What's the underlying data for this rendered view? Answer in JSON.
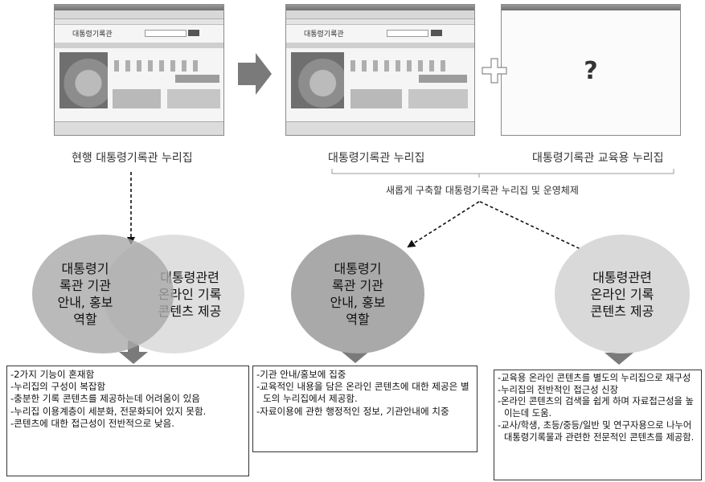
{
  "captions": {
    "current": "현행 대통령기록관 누리집",
    "new_site": "대통령기록관 누리집",
    "edu_site": "대통령기록관 교육용 누리집",
    "system": "새롭게 구축할 대통령기록관 누리집 및 운영체제"
  },
  "thumbnails": {
    "title_1": "대통령기록관 - Windows Internet Explorer",
    "title_2": "대통령기록관 - Windows Internet Explorer",
    "title_3": "대통령기록관 - Windows Internet Explorer",
    "logo": "대통령기록관",
    "question": "?"
  },
  "circles": {
    "left_a": "대통령기\n록관 기관\n안내, 홍보\n역할",
    "left_b": "대통령관련\n온라인 기록\n콘텐츠 제공",
    "mid": "대통령기\n록관 기관\n안내, 홍보\n역할",
    "right": "대통령관련\n온라인 기록\n콘텐츠 제공"
  },
  "boxes": {
    "left": [
      "-2가지 기능이 혼재함",
      "-누리집의 구성이 복잡함",
      "-충분한 기록 콘텐츠를 제공하는데 어려움이 있음",
      "-누리집 이용계층이 세분화, 전문화되어 있지 못함.",
      "-콘텐츠에 대한 접근성이 전반적으로 낮음."
    ],
    "mid": [
      "-기관 안내/홍보에 집중",
      "-교육적인 내용을 담은 온라인 콘텐츠에 대한 제공은 별도의 누리집에서 제공함.",
      "-자료이용에 관한 행정적인 정보, 기관안내에 치중"
    ],
    "right": [
      "-교육용 온라인 콘텐츠를 별도의 누리집으로 재구성",
      "-누리집의 전반적인 접근성 신장",
      "-온라인 콘텐츠의 검색을 쉽게 하며 자료접근성을 높이는데 도움.",
      "-교사/학생, 초등/중등/일반 및 연구자용으로 나누어 대통령기록물과 관련한 전문적인 콘텐츠를 제공함."
    ]
  },
  "colors": {
    "circle_dark": "#a9a9a9",
    "circle_light": "#d9d9d9",
    "arrow": "#7a7a7a"
  }
}
